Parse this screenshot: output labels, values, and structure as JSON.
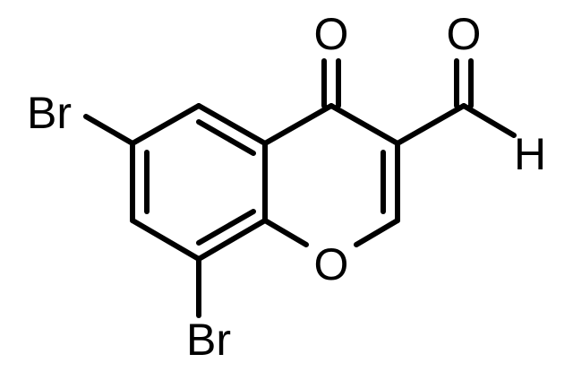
{
  "molecule": {
    "atoms": {
      "br_top": "Br",
      "br_bottom": "Br",
      "o_ketone": "O",
      "o_aldehyde": "O",
      "h_aldehyde": "H",
      "o_ring": "O"
    },
    "colors": {
      "bond": "#000000",
      "background": "#ffffff"
    }
  }
}
